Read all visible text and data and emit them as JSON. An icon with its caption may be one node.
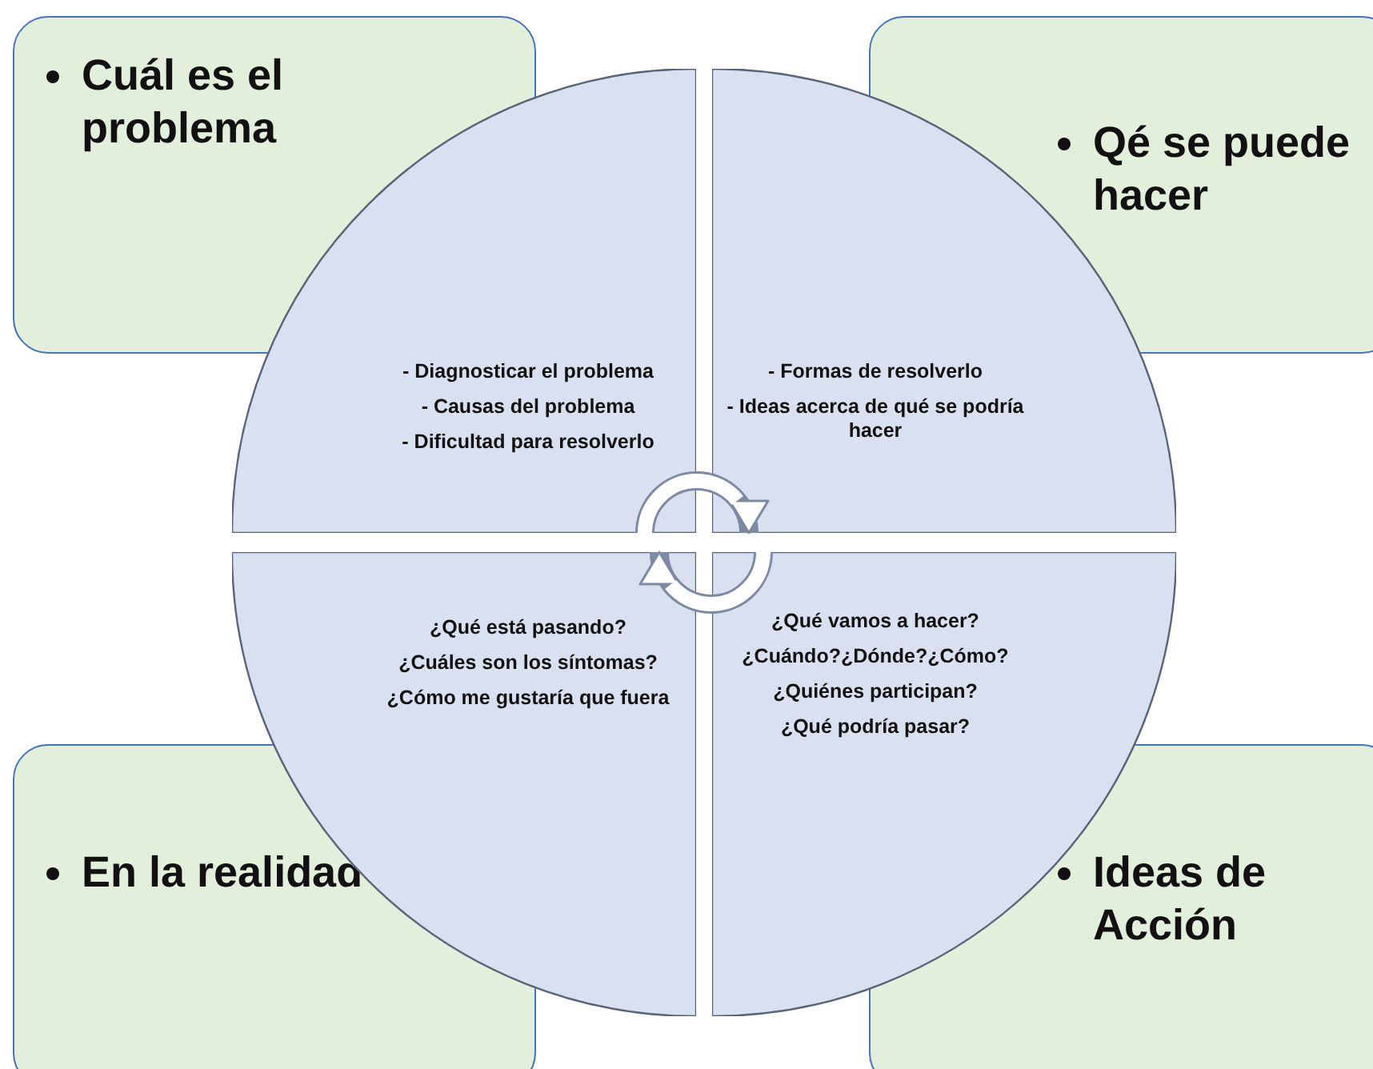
{
  "diagram": {
    "nodes": [
      {
        "text": [
          "Cuál es el problema"
        ]
      },
      {
        "text": [
          "Qé se puede hacer"
        ]
      },
      {
        "text": [
          "- Diagnosticar el problema",
          "- Causas del problema",
          "- Dificultad para resolverlo"
        ]
      },
      {
        "text": [
          "- Formas de resolverlo",
          "- Ideas acerca de qué se podría hacer"
        ]
      },
      {
        "text": [
          "¿Qué está pasando?",
          "¿Cuáles son los síntomas?",
          "¿Cómo me gustaría que fuera"
        ]
      },
      {
        "text": [
          "¿Qué vamos a hacer?",
          "¿Cuándo?¿Dónde?¿Cómo?",
          "¿Quiénes participan?",
          "¿Qué podría pasar?"
        ]
      },
      {
        "text": [
          "En la realidad"
        ]
      },
      {
        "text": [
          "Ideas de Acción"
        ]
      }
    ],
    "edges": [
      {
        "from": 2,
        "to": 3,
        "arrow": "to"
      },
      {
        "from": 5,
        "to": 4,
        "arrow": "to"
      }
    ]
  }
}
